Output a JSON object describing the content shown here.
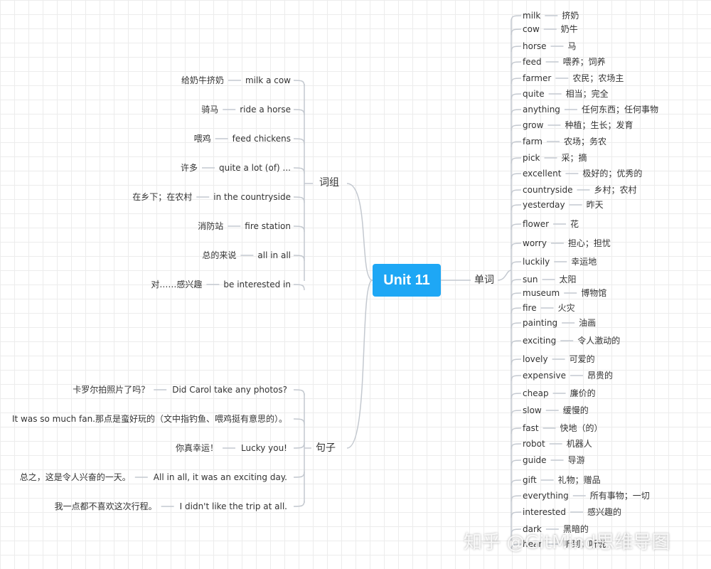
{
  "root": "Unit 11",
  "watermark": "知乎 @GitMind思维导图",
  "branches": {
    "words": {
      "label": "单词",
      "items": [
        [
          "milk",
          "挤奶"
        ],
        [
          "cow",
          "奶牛"
        ],
        [
          "horse",
          "马"
        ],
        [
          "feed",
          "喂养；饲养"
        ],
        [
          "farmer",
          "农民；农场主"
        ],
        [
          "quite",
          "相当；完全"
        ],
        [
          "anything",
          "任何东西；任何事物"
        ],
        [
          "grow",
          "种植；生长；发育"
        ],
        [
          "farm",
          "农场；务农"
        ],
        [
          "pick",
          "采；摘"
        ],
        [
          "excellent",
          "极好的；优秀的"
        ],
        [
          "countryside",
          "乡村；农村"
        ],
        [
          "yesterday",
          "昨天"
        ],
        [
          "flower",
          "花"
        ],
        [
          "worry",
          "担心；担忧"
        ],
        [
          "luckily",
          "幸运地"
        ],
        [
          "sun",
          "太阳"
        ],
        [
          "museum",
          "博物馆"
        ],
        [
          "fire",
          "火灾"
        ],
        [
          "painting",
          "油画"
        ],
        [
          "exciting",
          "令人激动的"
        ],
        [
          "lovely",
          "可爱的"
        ],
        [
          "expensive",
          "昂贵的"
        ],
        [
          "cheap",
          "廉价的"
        ],
        [
          "slow",
          "缓慢的"
        ],
        [
          "fast",
          "快地（的）"
        ],
        [
          "robot",
          "机器人"
        ],
        [
          "guide",
          "导游"
        ],
        [
          "gift",
          "礼物；赠品"
        ],
        [
          "everything",
          "所有事物；一切"
        ],
        [
          "interested",
          "感兴趣的"
        ],
        [
          "dark",
          "黑暗的"
        ],
        [
          "hear",
          "听到；听说"
        ]
      ]
    },
    "phrases": {
      "label": "词组",
      "items": [
        [
          "给奶牛挤奶",
          "milk a cow"
        ],
        [
          "骑马",
          "ride a horse"
        ],
        [
          "喂鸡",
          "feed chickens"
        ],
        [
          "许多",
          "quite a lot (of) ..."
        ],
        [
          "在乡下；在农村",
          "in the countryside"
        ],
        [
          "消防站",
          "fire station"
        ],
        [
          "总的来说",
          "all in all"
        ],
        [
          "对……感兴趣",
          "be interested in"
        ]
      ]
    },
    "sentences": {
      "label": "句子",
      "items": [
        [
          "卡罗尔拍照片了吗？",
          "Did Carol take any photos?"
        ],
        [
          "It was so much fan.那点是蛮好玩的（文中指钓鱼、喂鸡挺有意思的）。",
          ""
        ],
        [
          "你真幸运！",
          "Lucky you!"
        ],
        [
          "总之，这是令人兴奋的一天。",
          "All in all, it was an exciting day."
        ],
        [
          "我一点都不喜欢这次行程。",
          "I didn't like the trip at all."
        ]
      ]
    }
  },
  "colors": {
    "root": "#1ea7f5",
    "line": "#c4c9d0",
    "text": "#333333"
  }
}
